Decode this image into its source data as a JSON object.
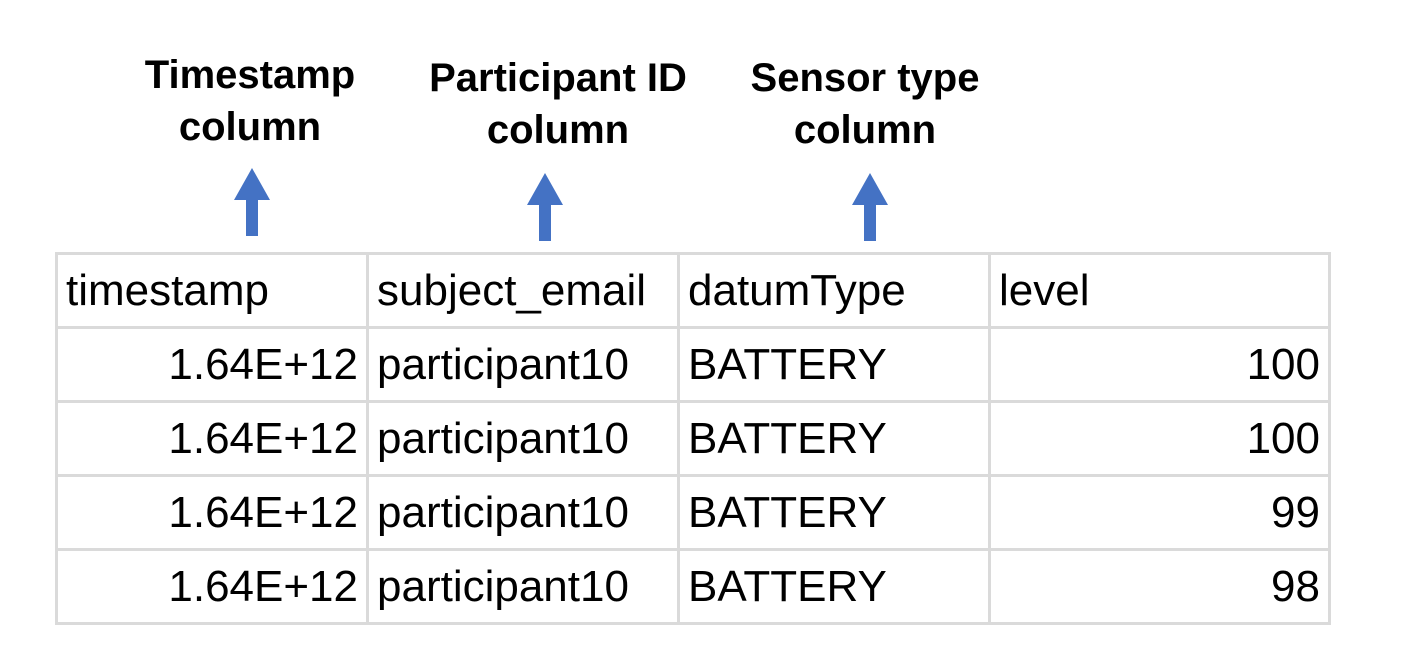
{
  "annotations": {
    "timestamp": {
      "line1": "Timestamp",
      "line2": "column"
    },
    "participant": {
      "line1": "Participant ID",
      "line2": "column"
    },
    "sensor": {
      "line1": "Sensor type",
      "line2": "column"
    }
  },
  "arrow_color": "#4472C4",
  "grid_color": "#DADADA",
  "table": {
    "headers": [
      "timestamp",
      "subject_email",
      "datumType",
      "level"
    ],
    "rows": [
      [
        "1.64E+12",
        "participant10",
        "BATTERY",
        "100"
      ],
      [
        "1.64E+12",
        "participant10",
        "BATTERY",
        "100"
      ],
      [
        "1.64E+12",
        "participant10",
        "BATTERY",
        "99"
      ],
      [
        "1.64E+12",
        "participant10",
        "BATTERY",
        "98"
      ]
    ]
  }
}
